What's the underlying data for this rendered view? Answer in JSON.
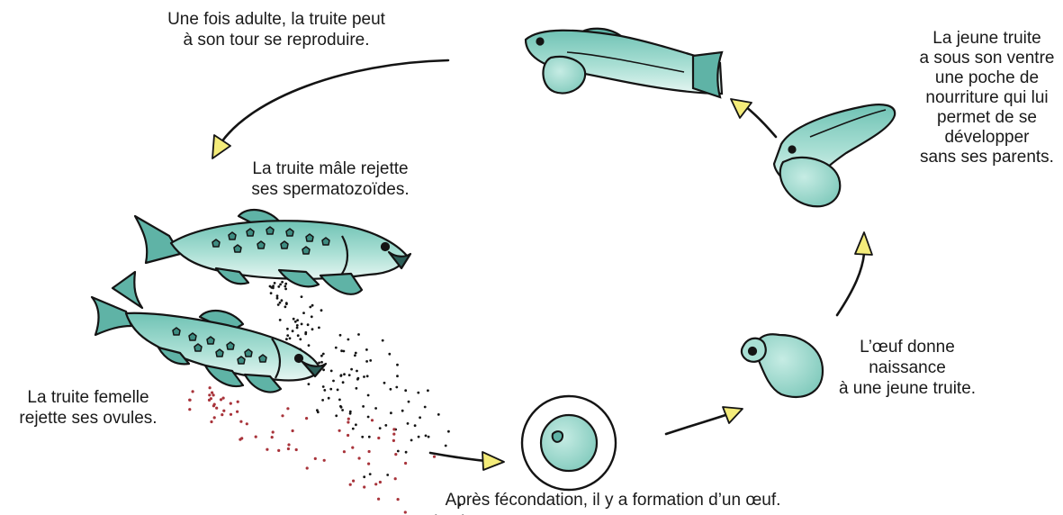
{
  "colors": {
    "fill": "#8fd3c6",
    "fill_light": "#b8e6dc",
    "fill_dark": "#5fb3a6",
    "outline": "#141414",
    "arrowhead": "#f4ec7a",
    "eggs": "#a8333a",
    "background": "#ffffff"
  },
  "captions": {
    "adult": [
      "Une fois adulte, la truite peut",
      "à son tour se reproduire."
    ],
    "male": [
      "La truite mâle rejette",
      "ses spermatozoïdes."
    ],
    "female": [
      "La truite femelle",
      "rejette ses ovules."
    ],
    "egg": [
      "Après fécondation, il y a formation d’un œuf."
    ],
    "hatch": [
      "L’œuf donne",
      "naissance",
      "à une jeune truite."
    ],
    "young": [
      "La jeune truite",
      "a sous son ventre",
      "une poche de",
      "nourriture qui lui",
      "permet de se",
      "développer",
      "sans ses parents."
    ]
  }
}
